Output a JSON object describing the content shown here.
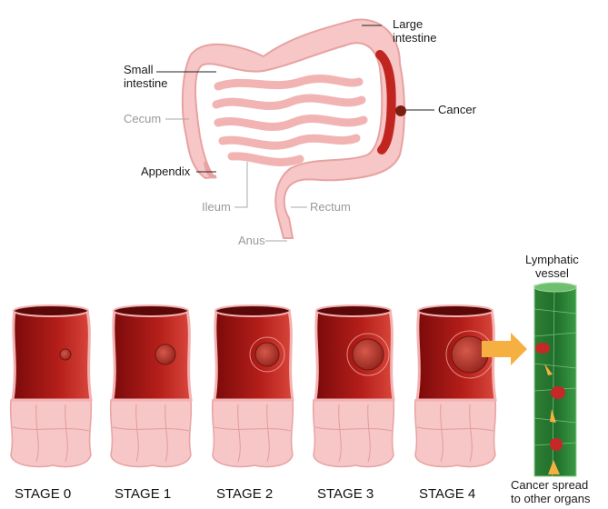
{
  "labels": {
    "large_intestine": [
      "Large",
      "intestine"
    ],
    "small_intestine": [
      "Small",
      "intestine"
    ],
    "cecum": "Cecum",
    "appendix": "Appendix",
    "ileum": "Ileum",
    "rectum": "Rectum",
    "anus": "Anus",
    "cancer": "Cancer",
    "lymphatic_vessel": [
      "Lymphatic",
      "vessel"
    ],
    "cancer_spread": [
      "Cancer spread",
      "to other organs"
    ]
  },
  "stages": [
    "STAGE 0",
    "STAGE 1",
    "STAGE 2",
    "STAGE 3",
    "STAGE 4"
  ],
  "colors": {
    "colon_fill": "#f7c6c6",
    "colon_edge": "#e8a2a2",
    "lumen_dark": "#8c0f0f",
    "lumen_mid": "#c0261f",
    "tumor": "#b9362b",
    "lymph_green": "#2e8b3a",
    "arrow": "#f5b041"
  }
}
